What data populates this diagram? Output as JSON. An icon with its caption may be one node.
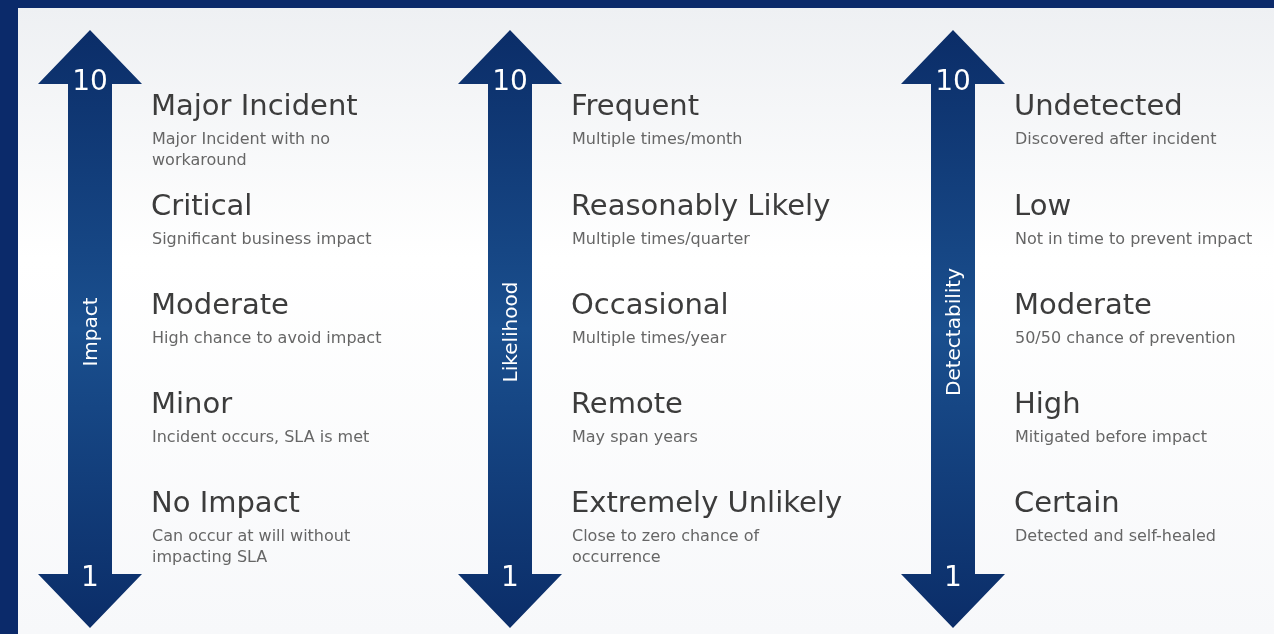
{
  "diagram": {
    "labels": [
      "10",
      "Impact",
      "1",
      "Major Incident",
      "Major Incident with no workaround",
      "Critical",
      "Significant business impact",
      "Moderate",
      "High chance to avoid impact",
      "Minor",
      "Incident occurs, SLA is met",
      "No Impact",
      "Can occur at will without impacting SLA",
      "10",
      "Likelihood",
      "1",
      "Frequent",
      "Multiple times/month",
      "Reasonably Likely",
      "Multiple times/quarter",
      "Occasional",
      "Multiple times/year",
      "Remote",
      "May span years",
      "Extremely Unlikely",
      "Close to zero chance of occurrence",
      "10",
      "Detectability",
      "1",
      "Undetected",
      "Discovered after incident",
      "Low",
      "Not in time to prevent impact",
      "Moderate",
      "50/50 chance of prevention",
      "High",
      "Mitigated before impact",
      "Certain",
      "Detected and self-healed"
    ]
  }
}
